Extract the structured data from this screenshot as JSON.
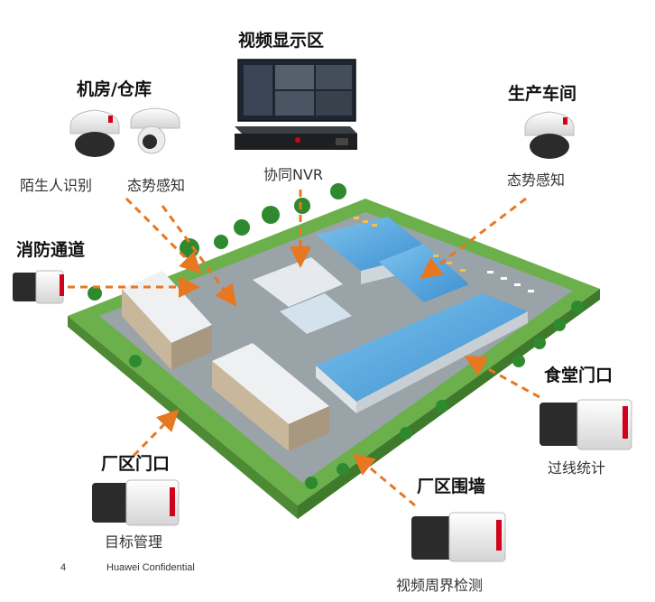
{
  "display_zone": {
    "title": "视频显示区",
    "caption": "协同NVR"
  },
  "server_room": {
    "title": "机房/仓库",
    "captions": [
      "陌生人识别",
      "态势感知"
    ]
  },
  "workshop": {
    "title": "生产车间",
    "caption": "态势感知"
  },
  "fire_lane": {
    "title": "消防通道"
  },
  "canteen_gate": {
    "title": "食堂门口",
    "caption": "过线统计"
  },
  "factory_gate": {
    "title": "厂区门口",
    "caption": "目标管理"
  },
  "perimeter_wall": {
    "title": "厂区围墙",
    "caption": "视频周界检测"
  },
  "footer": {
    "page": "4",
    "text": "Huawei Confidential"
  },
  "colors": {
    "arrow": "#e87722",
    "accent_red": "#d0021b",
    "roof_blue": "#4aa3df",
    "grass": "#6bb04a"
  }
}
